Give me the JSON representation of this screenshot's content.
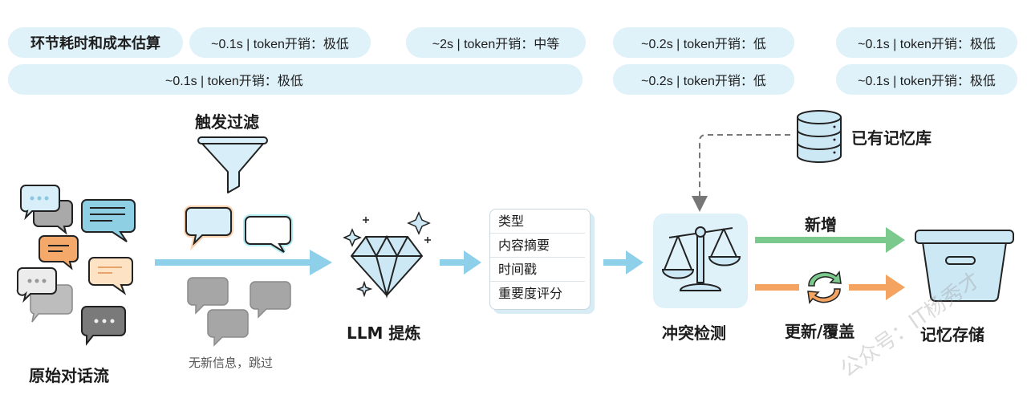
{
  "cost_header": {
    "title": "环节耗时和成本估算",
    "row1": [
      "~0.1s | token开销：极低",
      "~2s | token开销：中等",
      "~0.2s | token开销：低",
      "~0.1s | token开销：极低"
    ],
    "row2": [
      "~0.1s | token开销：极低",
      "~0.2s | token开销：低",
      "~0.1s | token开销：极低"
    ]
  },
  "stages": {
    "raw_dialog": {
      "label": "原始对话流"
    },
    "trigger_filter": {
      "label": "触发过滤",
      "skip_note": "无新信息，跳过"
    },
    "llm_extract": {
      "label": "LLM 提炼"
    },
    "extracted_fields": [
      "类型",
      "内容摘要",
      "时间戳",
      "重要度评分"
    ],
    "conflict_check": {
      "label": "冲突检测"
    },
    "existing_memory": {
      "label": "已有记忆库"
    },
    "branch_add": {
      "label": "新增"
    },
    "branch_update": {
      "label": "更新/覆盖"
    },
    "memory_store": {
      "label": "记忆存储"
    }
  },
  "colors": {
    "pill_bg": "#dff1f9",
    "flow_arrow": "#8ecfea",
    "add_arrow": "#7cc98e",
    "update_arrow": "#f4a460",
    "dashed_line": "#777777"
  },
  "watermark": "公众号：IT杨秀才"
}
